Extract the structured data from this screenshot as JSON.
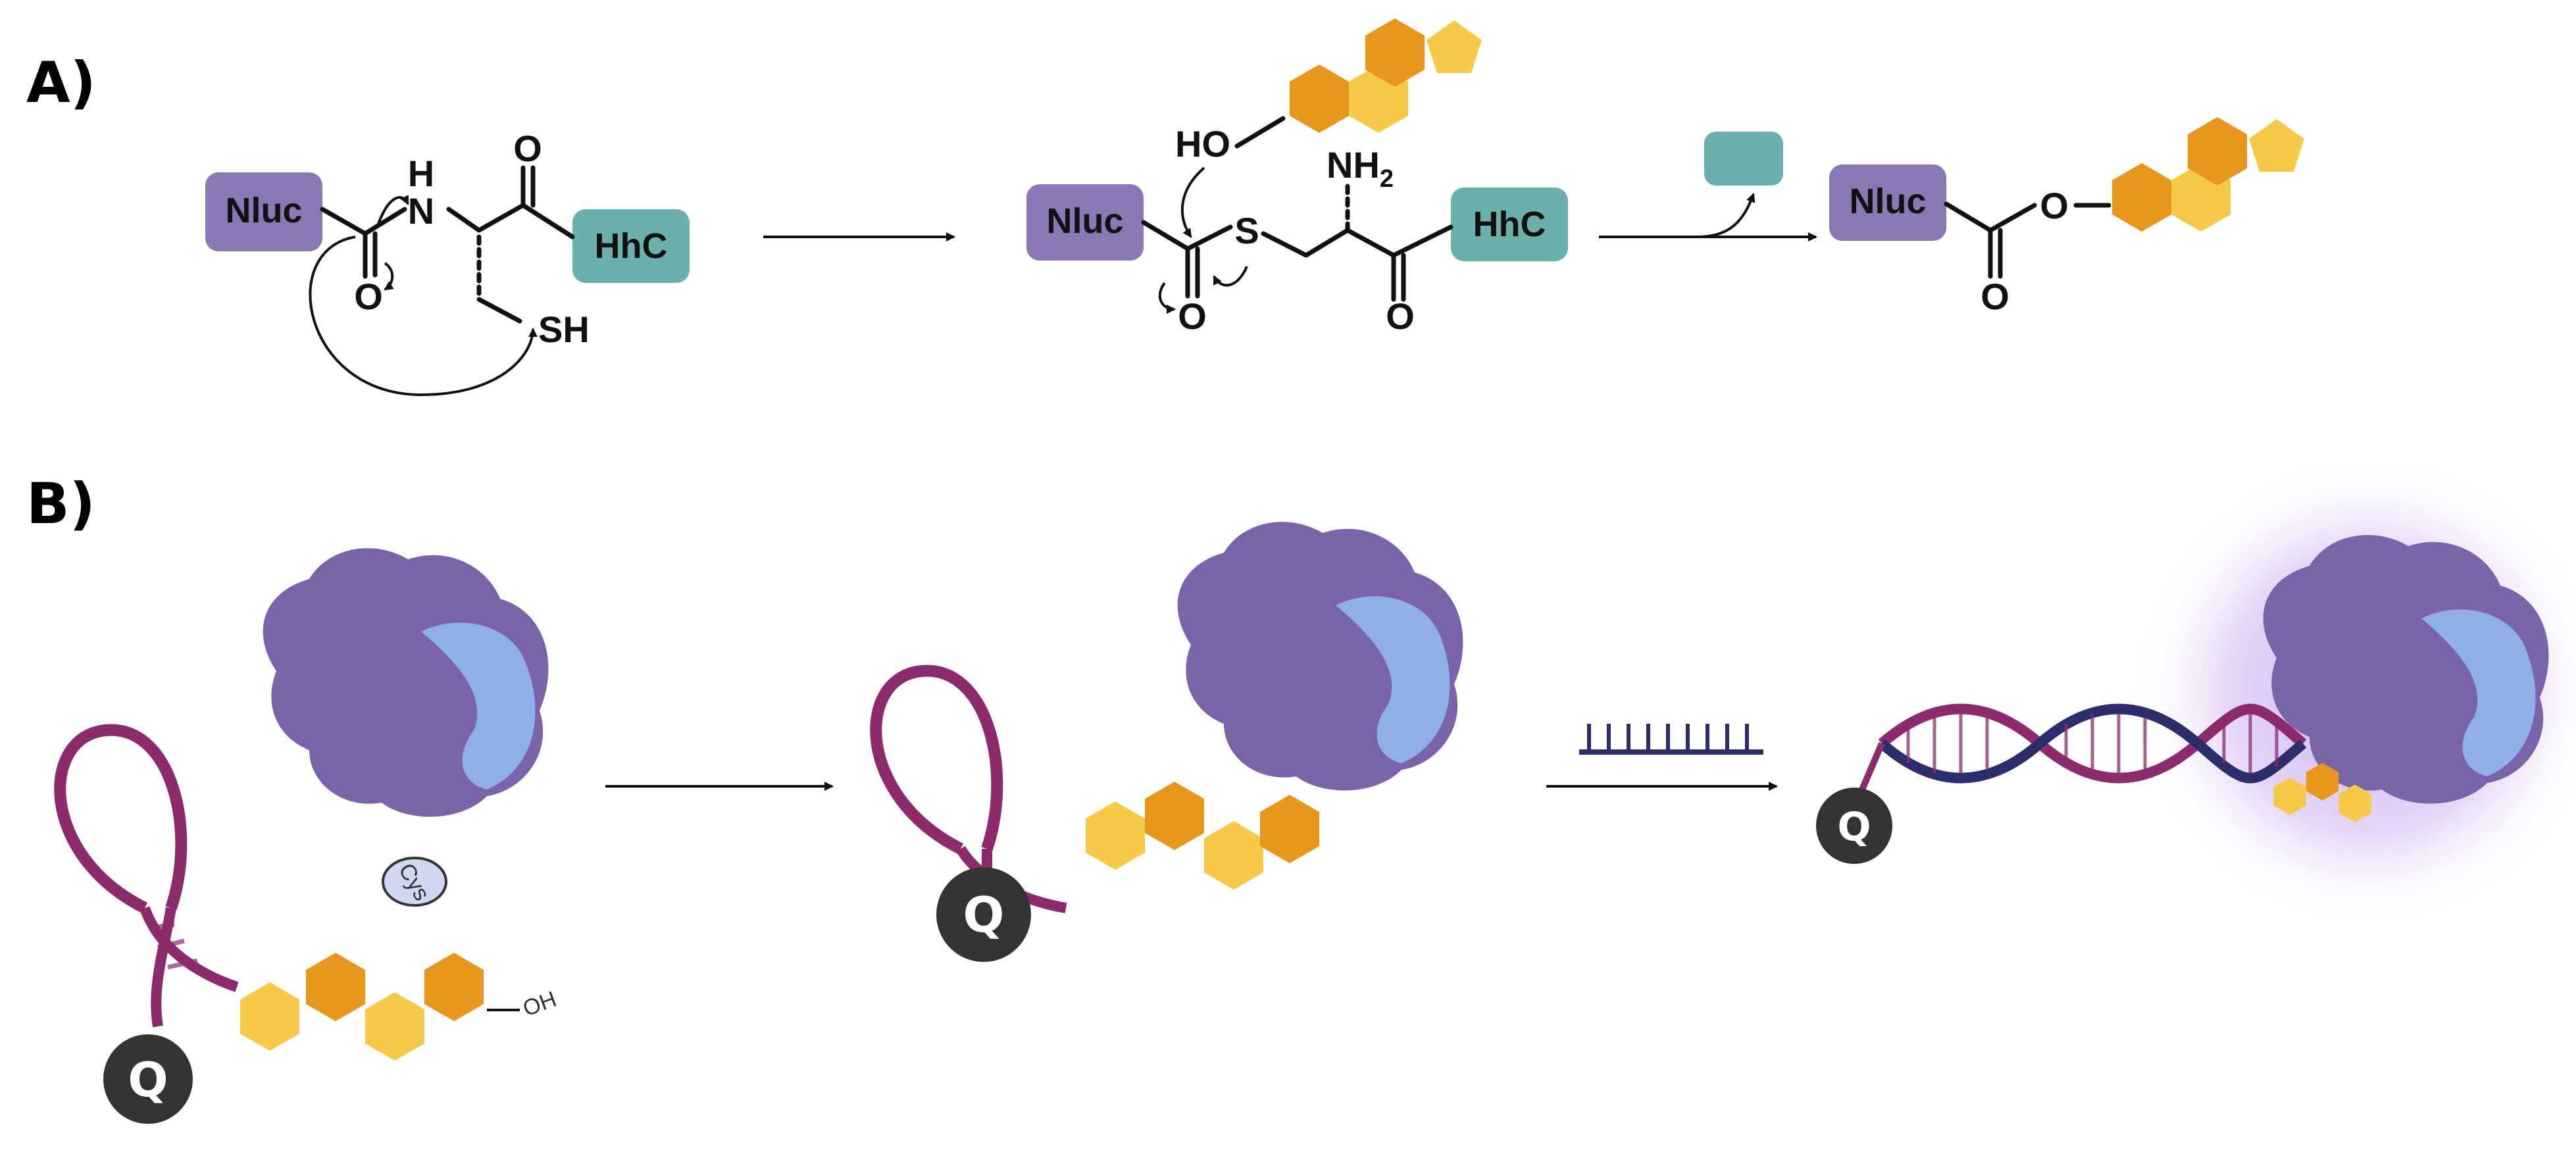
{
  "panels": {
    "a_label": "A)",
    "b_label": "B)"
  },
  "scheme_a": {
    "step1": {
      "nluc": "Nluc",
      "hhc": "HhC",
      "nh": "H",
      "n": "N",
      "o_amide": "O",
      "o_carbonyl": "O",
      "sh": "SH"
    },
    "step2": {
      "nluc": "Nluc",
      "hhc": "HhC",
      "ho": "HO",
      "s": "S",
      "nh2": "NH",
      "nh2_sub": "2",
      "o_thioester": "O",
      "o_carbonyl": "O"
    },
    "step3": {
      "nluc": "Nluc",
      "o_ester": "O",
      "o_carbonyl": "O"
    }
  },
  "scheme_b": {
    "cys_label": "Cys",
    "oh_label": "OH",
    "quencher_label": "Q"
  },
  "colors": {
    "nluc": "#8a78b4",
    "hhc": "#6cb0ad",
    "cholesterol_dark": "#e8961c",
    "cholesterol_light": "#f7c948",
    "dna": "#8c2a6b",
    "protein": "#7a63a8",
    "protein_light": "#8fb0e6",
    "quencher": "#333333",
    "probe_strand": "#2b2e6b"
  }
}
